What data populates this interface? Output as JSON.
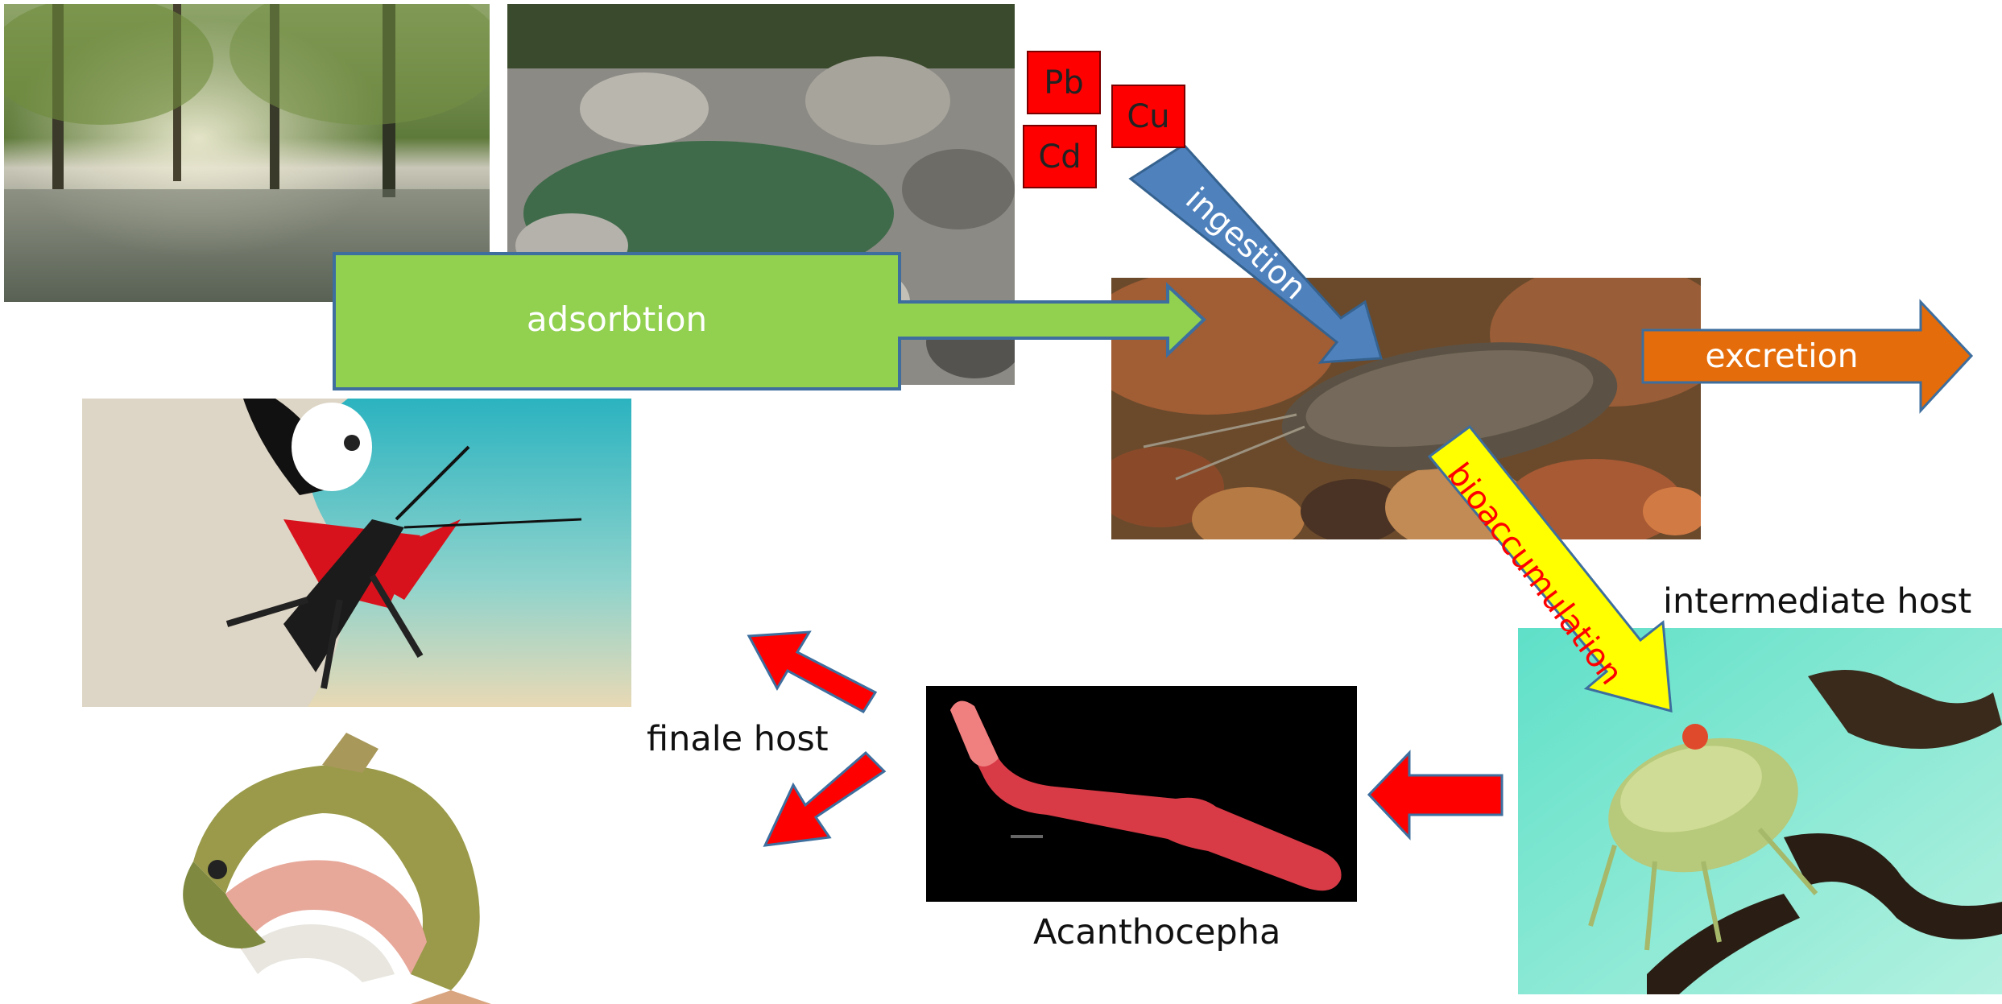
{
  "metals": [
    {
      "symbol": "Pb",
      "color": "#ff0000"
    },
    {
      "symbol": "Cu",
      "color": "#ff0000"
    },
    {
      "symbol": "Cd",
      "color": "#ff0000"
    }
  ],
  "arrows": {
    "adsorbtion": {
      "label": "adsorbtion",
      "fill": "#92d050",
      "stroke": "#3d6e9e",
      "text_color": "#ffffff"
    },
    "ingestion": {
      "label": "ingestion",
      "fill": "#4f81bd",
      "stroke": "#35628f",
      "text_color": "#ffffff"
    },
    "excretion": {
      "label": "excretion",
      "fill": "#e46c0a",
      "stroke": "#3d6e9e",
      "text_color": "#ffffff"
    },
    "bioaccumulation": {
      "label": "bioaccumulation",
      "fill": "#ffff00",
      "stroke": "#3d6e9e",
      "text_color": "#ff0000"
    },
    "host_arrows": {
      "fill": "#ff0000",
      "stroke": "#3d6e9e"
    }
  },
  "labels": {
    "intermediate_host": "intermediate host",
    "finale_host": "finale host",
    "parasite": "Acanthocepha"
  },
  "images": {
    "forest_pond": "misty-forest-pond-photo",
    "rocky_stream": "rocky-stream-photo",
    "amphipod_on_pebbles": "amphipod-on-pebbles-photo",
    "bird_eating_insect": "bird-eating-insect-illustration",
    "trout": "trout-illustration",
    "acanthocephalan": "acanthocephalan-worm-micrograph",
    "infected_amphipod": "infected-amphipod-photo"
  }
}
